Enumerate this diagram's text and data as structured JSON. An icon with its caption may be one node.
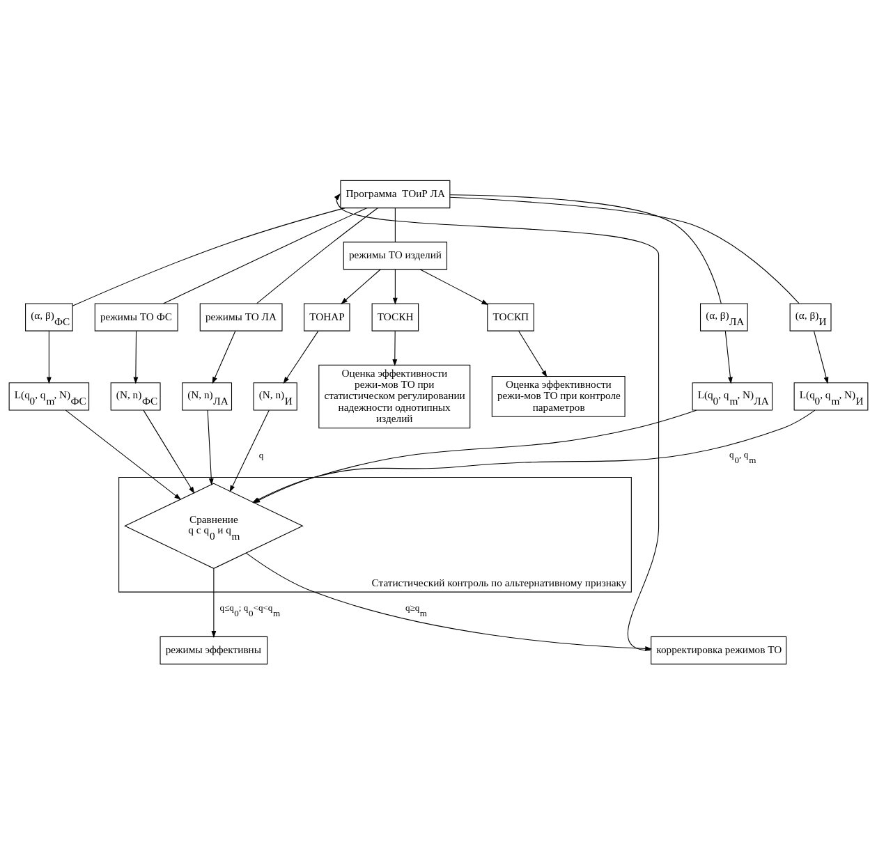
{
  "diagram": {
    "nodes": [
      {
        "text": [
          "Программа  ТОиР ЛА"
        ]
      },
      {
        "text": [
          "L(q$_{0}$, q$_{m}$, N)$_{И}$"
        ]
      },
      {
        "text": [
          "(α, β)$_{И}$"
        ]
      },
      {
        "text": [
          "режимы ТО изделий"
        ]
      },
      {
        "text": [
          "ТОСКН"
        ]
      },
      {
        "text": [
          "Оценка эффективности режи-мов ТО при статистическом регулировании надежности однотипных изделий"
        ]
      },
      {
        "text": [
          "ТОСКП"
        ]
      },
      {
        "text": [
          "Оценка эффективности режи-мов ТО при контроле параметров"
        ]
      },
      {
        "text": [
          "ТОНАР"
        ]
      },
      {
        "text": [
          "(N, n)$_{И}$"
        ]
      },
      {
        "text": [
          "L(q$_{0}$, q$_{m}$, N)$_{ФС}$"
        ]
      },
      {
        "text": [
          "(α, β)$_{ФС}$"
        ]
      },
      {
        "text": [
          "режимы ТО ФС"
        ]
      },
      {
        "text": [
          "(N, n)$_{ФС}$"
        ]
      },
      {
        "text": [
          "L(q$_{0}$, q$_{m}$, N)$_{ЛА}$"
        ]
      },
      {
        "text": [
          "(α, β)$_{ЛА}$"
        ]
      },
      {
        "text": [
          "режимы ТО ЛА"
        ]
      },
      {
        "text": [
          "(N, n)$_{ЛА}$"
        ]
      },
      {
        "text": [
          "Статистический контроль по альтернативному признаку"
        ]
      },
      {
        "text": [
          "Сравнение q с q$_{0}$ и q$_{m}$"
        ],
        "in": 18
      },
      {
        "text": [
          "корректировка режимов ТО"
        ]
      },
      {
        "text": [
          "режимы эффективны"
        ]
      }
    ],
    "edges": [
      {
        "from": 0,
        "to": 3,
        "arrow": "none"
      },
      {
        "from": 0,
        "to": 2,
        "arrow": "none"
      },
      {
        "from": 0,
        "to": 12,
        "arrow": "none"
      },
      {
        "from": 0,
        "to": 11,
        "arrow": "none"
      },
      {
        "from": 0,
        "to": 16,
        "arrow": "none"
      },
      {
        "from": 0,
        "to": 15,
        "arrow": "none"
      },
      {
        "from": 2,
        "to": 1,
        "arrow": "to"
      },
      {
        "from": 11,
        "to": 10,
        "arrow": "to"
      },
      {
        "from": 15,
        "to": 14,
        "arrow": "to"
      },
      {
        "from": 3,
        "to": 4,
        "arrow": "to"
      },
      {
        "from": 3,
        "to": 6,
        "arrow": "to"
      },
      {
        "from": 3,
        "to": 8,
        "arrow": "to"
      },
      {
        "from": 4,
        "to": 5,
        "arrow": "to"
      },
      {
        "from": 6,
        "to": 7,
        "arrow": "to"
      },
      {
        "from": 8,
        "to": 9,
        "arrow": "to"
      },
      {
        "from": 12,
        "to": 13,
        "arrow": "to"
      },
      {
        "from": 16,
        "to": 17,
        "arrow": "to"
      },
      {
        "from": 9,
        "to": 19,
        "arrow": "to",
        "label": "q"
      },
      {
        "from": 13,
        "to": 19,
        "arrow": "to"
      },
      {
        "from": 17,
        "to": 19,
        "arrow": "to"
      },
      {
        "from": 1,
        "to": 19,
        "arrow": "to",
        "label": "q$_{0}$, q$_{m}$"
      },
      {
        "from": 10,
        "to": 19,
        "arrow": "to"
      },
      {
        "from": 14,
        "to": 19,
        "arrow": "to"
      },
      {
        "from": 19,
        "to": 20,
        "arrow": "to",
        "label": "q≥q$_{m}$"
      },
      {
        "from": 19,
        "to": 21,
        "arrow": "to",
        "label": "q≤q$_{0}$; q$_{0}$<q<q$_{m}$"
      },
      {
        "from": 20,
        "to": 0,
        "arrow": "to"
      }
    ]
  }
}
